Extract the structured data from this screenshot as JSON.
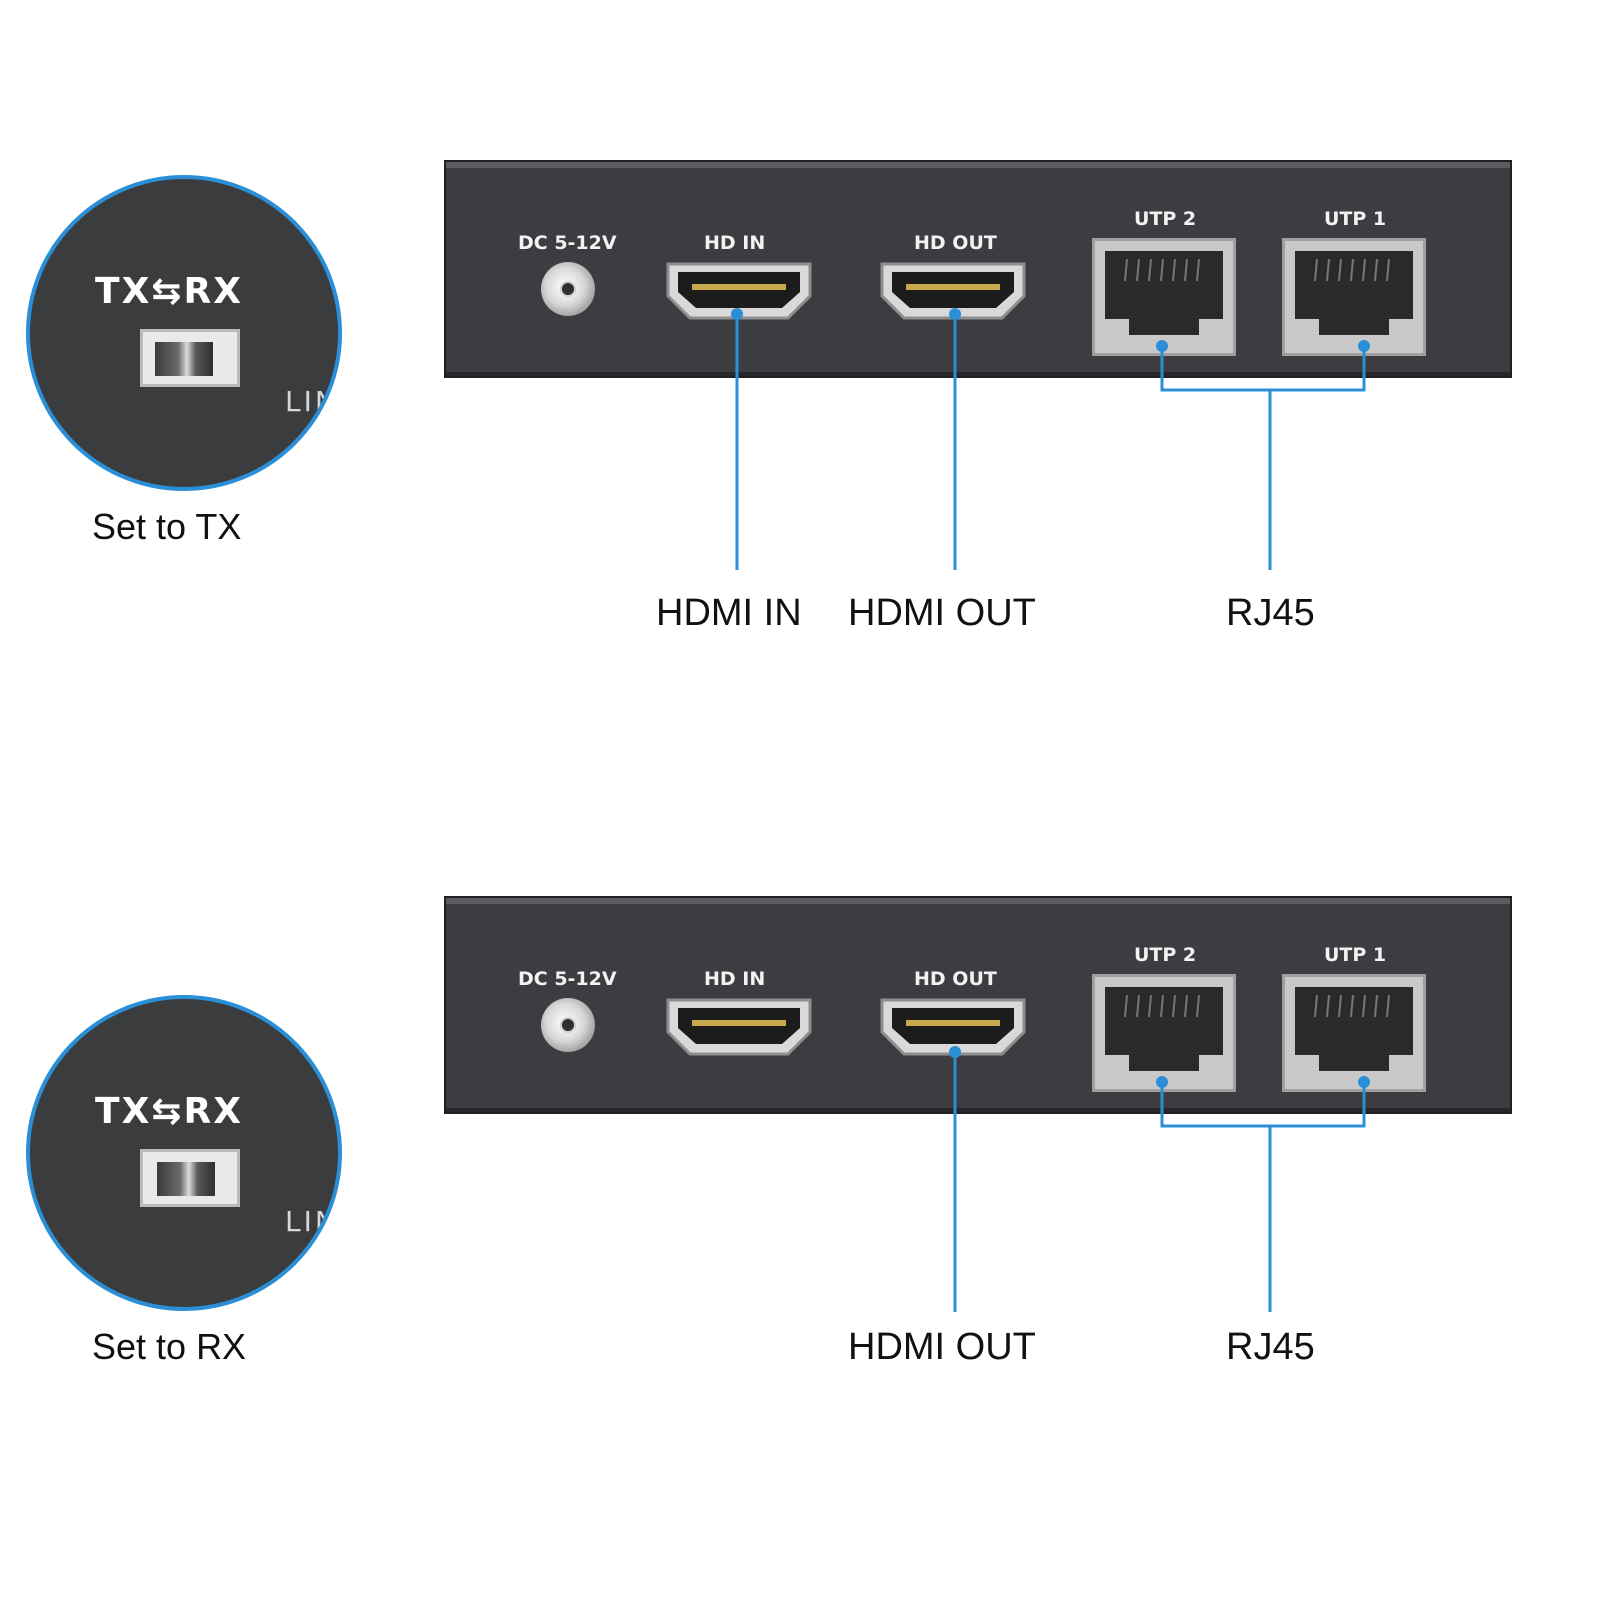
{
  "colors": {
    "accent_blue": "#2a8fd6",
    "device_body": "#3c3d40",
    "label_text": "#111111"
  },
  "switch_label": "TX⇆RX",
  "lin_label": "LIN",
  "tx_section": {
    "caption": "Set to TX",
    "port_labels": {
      "dc": "DC 5-12V",
      "hd_in": "HD IN",
      "hd_out": "HD OUT",
      "utp2": "UTP 2",
      "utp1": "UTP 1"
    },
    "callouts": {
      "hdmi_in": "HDMI IN",
      "hdmi_out": "HDMI OUT",
      "rj45": "RJ45"
    }
  },
  "rx_section": {
    "caption": "Set to RX",
    "port_labels": {
      "dc": "DC 5-12V",
      "hd_in": "HD IN",
      "hd_out": "HD OUT",
      "utp2": "UTP 2",
      "utp1": "UTP 1"
    },
    "callouts": {
      "hdmi_out": "HDMI OUT",
      "rj45": "RJ45"
    }
  },
  "icons": [
    "dc-power-jack-icon",
    "hdmi-port-icon",
    "rj45-port-icon",
    "slide-switch-icon"
  ]
}
